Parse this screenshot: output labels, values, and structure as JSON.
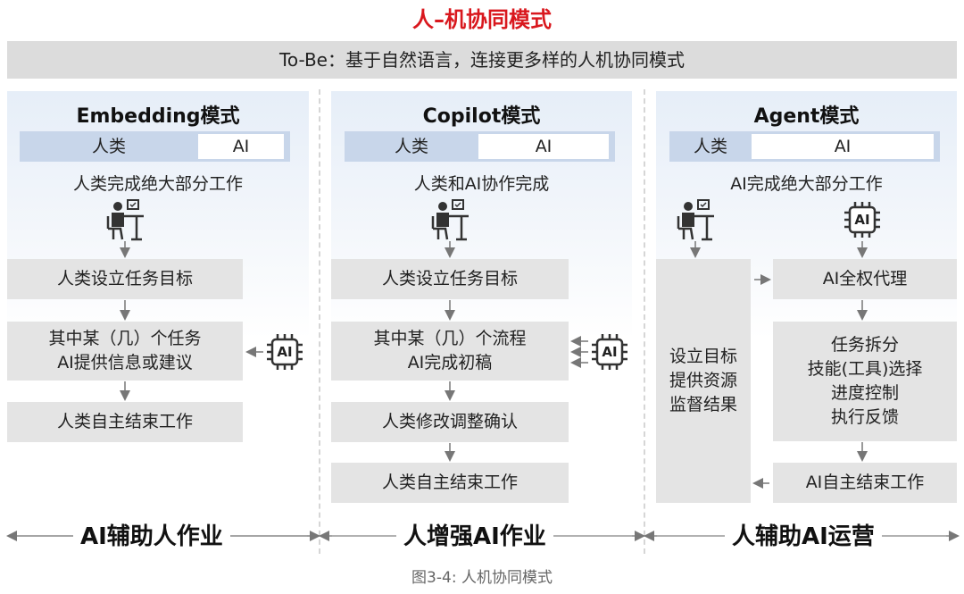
{
  "title": "人–机协同模式",
  "banner": "To-Be：基于自然语言，连接更多样的人机协同模式",
  "columns": [
    {
      "title": "Embedding模式",
      "human_label": "人类",
      "ai_label": "AI",
      "desc": "人类完成绝大部分工作",
      "steps": [
        [
          "人类设立任务目标"
        ],
        [
          "其中某（几）个任务",
          "AI提供信息或建议"
        ],
        [
          "人类自主结束工作"
        ]
      ]
    },
    {
      "title": "Copilot模式",
      "human_label": "人类",
      "ai_label": "AI",
      "desc": "人类和AI协作完成",
      "steps": [
        [
          "人类设立任务目标"
        ],
        [
          "其中某（几）个流程",
          "AI完成初稿"
        ],
        [
          "人类修改调整确认"
        ],
        [
          "人类自主结束工作"
        ]
      ]
    },
    {
      "title": "Agent模式",
      "human_label": "人类",
      "ai_label": "AI",
      "desc": "AI完成绝大部分工作",
      "left_box": [
        "设立目标",
        "提供资源",
        "监督结果"
      ],
      "steps": [
        [
          "AI全权代理"
        ],
        [
          "任务拆分",
          "技能(工具)选择",
          "进度控制",
          "执行反馈"
        ],
        [
          "AI自主结束工作"
        ]
      ]
    }
  ],
  "ai_chip_label": "AI",
  "bottom_labels": [
    "AI辅助人作业",
    "人增强AI作业",
    "人辅助AI运营"
  ],
  "caption": "图3-4: 人机协同模式",
  "colors": {
    "title": "#d9181e",
    "split_bar": "#c8d6ea",
    "box": "#e4e4e4",
    "arrow": "#777777"
  }
}
